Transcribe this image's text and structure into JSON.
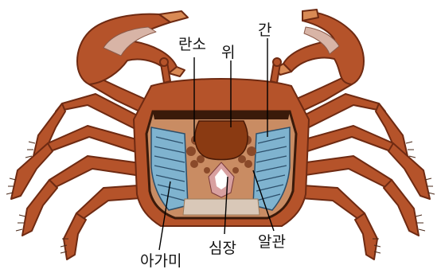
{
  "diagram": {
    "labels": {
      "ovary": "란소",
      "stomach": "위",
      "liver": "간",
      "gills": "아가미",
      "heart": "심장",
      "oviduct": "알관"
    },
    "colors": {
      "shell": "#b5532a",
      "shell_dark": "#6e2a12",
      "shell_light": "#d98a55",
      "claw_tip": "#d8b4a6",
      "body_cavity": "#c98c63",
      "stomach": "#8a3a12",
      "gills": "#7fb3cf",
      "gill_lines": "#2c4f6b",
      "heart": "#ffffff",
      "leader_lines": "#000000"
    }
  }
}
